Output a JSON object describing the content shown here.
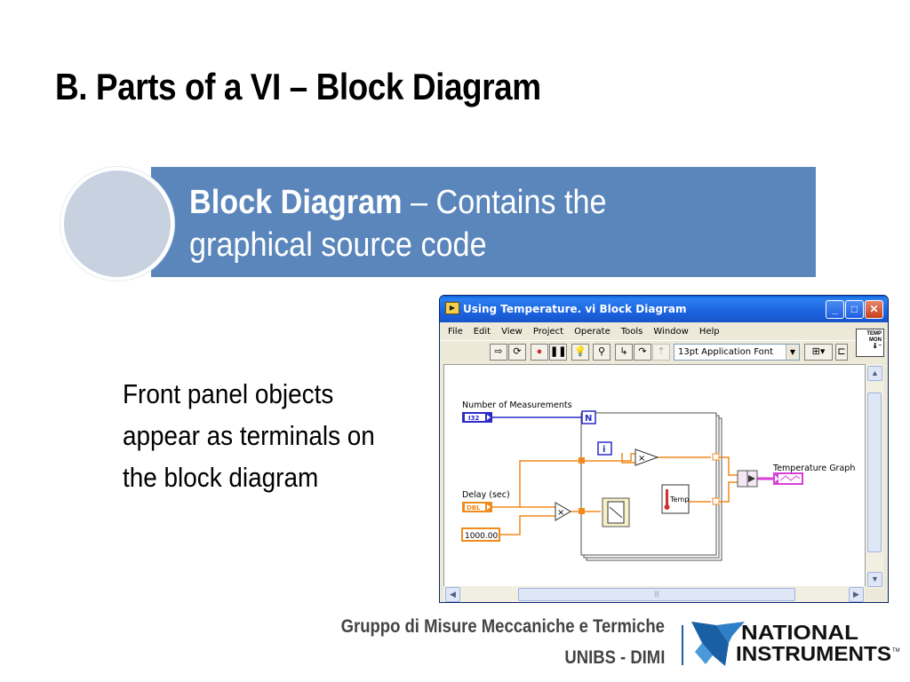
{
  "slide": {
    "title": "B. Parts of a VI – Block Diagram",
    "banner_bold": "Block Diagram",
    "banner_rest": " – Contains the graphical source code",
    "body_text": "Front panel objects appear as terminals on the block diagram"
  },
  "window": {
    "title": "Using Temperature. vi Block Diagram",
    "menu": [
      "File",
      "Edit",
      "View",
      "Project",
      "Operate",
      "Tools",
      "Window",
      "Help"
    ],
    "font_select": "13pt Application Font",
    "vi_icon_text": "TEMP MON"
  },
  "diagram": {
    "label_measurements": "Number of Measurements",
    "label_delay": "Delay (sec)",
    "label_graph": "Temperature Graph",
    "terminal_i32": "I32",
    "terminal_dbl": "DBL",
    "constant_value": "1000.00",
    "loop_count": "N",
    "loop_index": "i",
    "multiply_symbol": "×",
    "temp_subvi": "Temp"
  },
  "footer": {
    "line1": "Gruppo di Misure Meccaniche e Termiche",
    "line2": "UNIBS - DIMI",
    "logo_line1": "NATIONAL",
    "logo_line2": "INSTRUMENTS",
    "logo_tm": "TM"
  },
  "colors": {
    "banner": "#5a86bb",
    "circle": "#c7d1e0",
    "int_wire": "#2b2bc8",
    "dbl_wire": "#f08a1c",
    "cluster_wire": "#d83fd8",
    "ni_blue": "#1a5fa3"
  }
}
